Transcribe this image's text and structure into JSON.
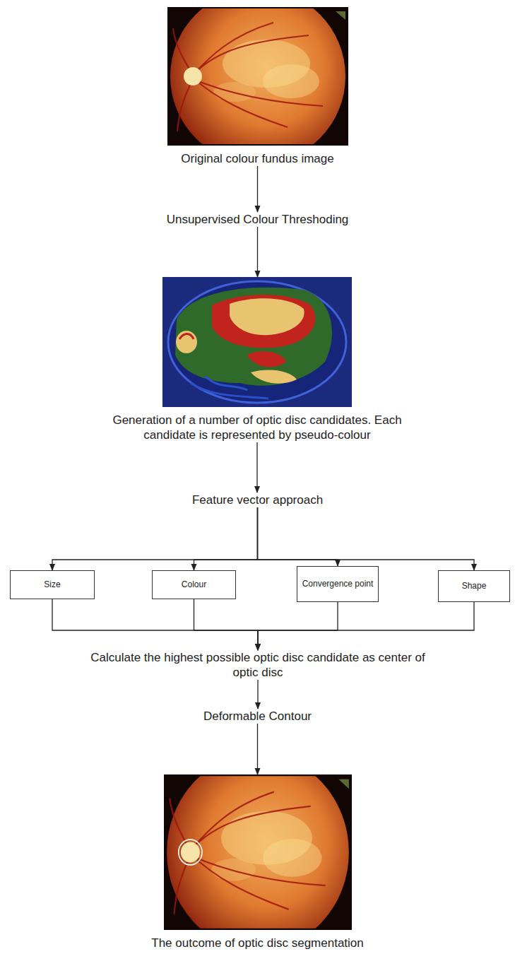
{
  "diagram": {
    "nodes": [
      {
        "text": [
          "Original colour fundus image"
        ]
      },
      {
        "text": [
          "Unsupervised Colour Threshoding"
        ]
      },
      {
        "text": [
          "Generation of a number of optic disc candidates. Each candidate is represented by pseudo-colour"
        ]
      },
      {
        "text": [
          "Feature vector approach"
        ]
      },
      {
        "text": [
          "Size"
        ]
      },
      {
        "text": [
          "Colour"
        ]
      },
      {
        "text": [
          "Convergence point"
        ]
      },
      {
        "text": [
          "Shape"
        ]
      },
      {
        "text": [
          "Calculate the highest possible optic disc candidate as center of optic disc"
        ]
      },
      {
        "text": [
          "Deformable Contour"
        ]
      },
      {
        "text": [
          "The outcome of optic disc segmentation"
        ]
      }
    ],
    "edges": [
      {
        "from": 0,
        "to": 1,
        "arrow": "to"
      },
      {
        "from": 1,
        "to": 2,
        "arrow": "to"
      },
      {
        "from": 2,
        "to": 3,
        "arrow": "to"
      },
      {
        "from": 3,
        "to": 4,
        "arrow": "to"
      },
      {
        "from": 3,
        "to": 5,
        "arrow": "to"
      },
      {
        "from": 3,
        "to": 6,
        "arrow": "to"
      },
      {
        "from": 3,
        "to": 7,
        "arrow": "to"
      },
      {
        "from": 4,
        "to": 8,
        "arrow": "to"
      },
      {
        "from": 5,
        "to": 8,
        "arrow": "to"
      },
      {
        "from": 6,
        "to": 8,
        "arrow": "to"
      },
      {
        "from": 7,
        "to": 8,
        "arrow": "to"
      },
      {
        "from": 8,
        "to": 9,
        "arrow": "to"
      },
      {
        "from": 9,
        "to": 10,
        "arrow": "to"
      }
    ]
  }
}
